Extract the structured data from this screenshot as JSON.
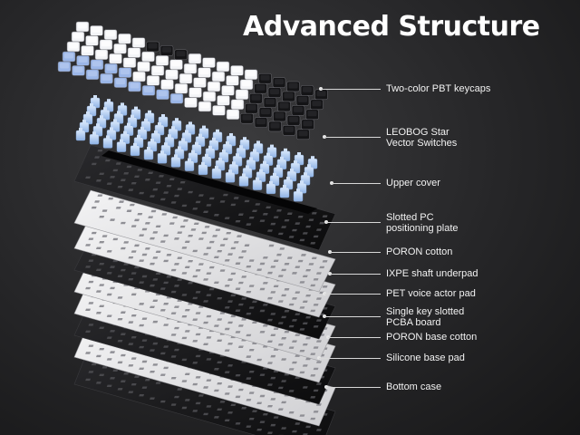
{
  "title": "Advanced Structure",
  "colors": {
    "background": "#262628",
    "white_keycap": "#f3f4f7",
    "blue_keycap": "#9bb6e8",
    "black_keycap": "#141416",
    "switch_blue": "#b9d3f4",
    "plate_white": "#e9e9ea",
    "black_layer": "#111113"
  },
  "layers": [
    {
      "id": "keycaps",
      "label": "Two-color PBT keycaps"
    },
    {
      "id": "switches",
      "label": "LEOBOG Star\nVector Switches"
    },
    {
      "id": "upper-cover",
      "label": "Upper cover"
    },
    {
      "id": "pc-plate",
      "label": "Slotted PC\npositioning plate"
    },
    {
      "id": "poron-cotton",
      "label": "PORON cotton"
    },
    {
      "id": "ixpe-pad",
      "label": "IXPE shaft underpad"
    },
    {
      "id": "pet-pad",
      "label": "PET voice actor pad"
    },
    {
      "id": "pcba",
      "label": "Single key slotted\nPCBA board"
    },
    {
      "id": "poron-base",
      "label": "PORON base cotton"
    },
    {
      "id": "silicone-pad",
      "label": "Silicone base pad"
    },
    {
      "id": "bottom-case",
      "label": "Bottom case"
    }
  ]
}
